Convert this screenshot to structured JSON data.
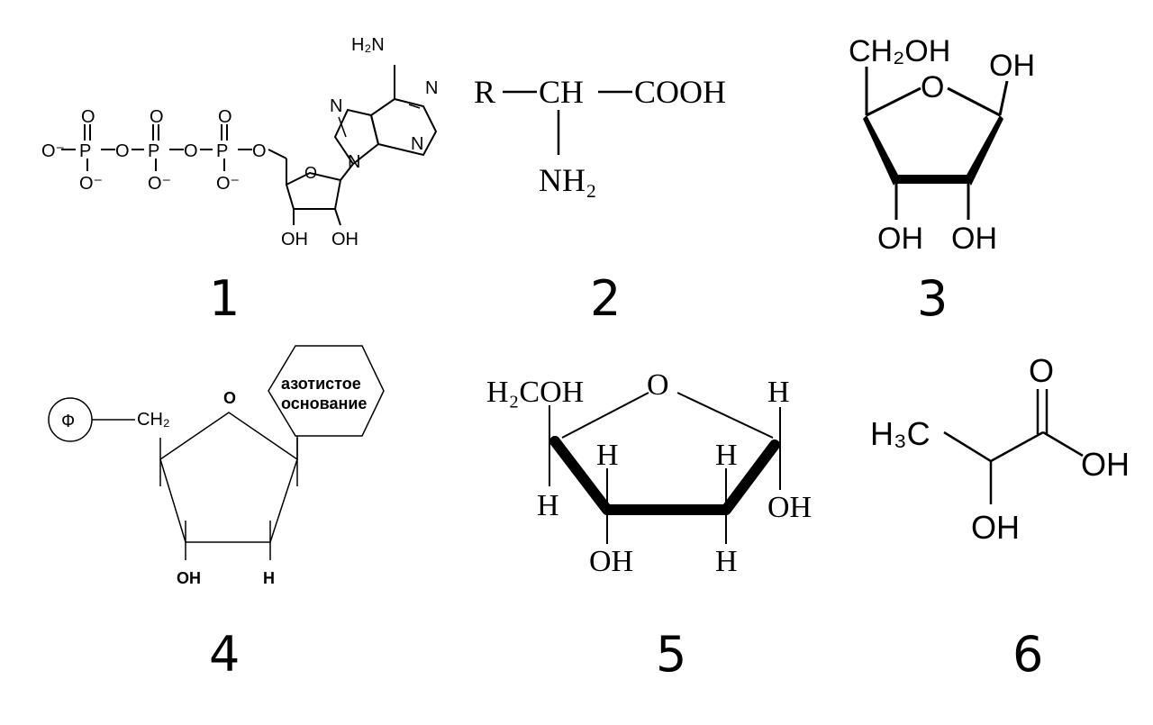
{
  "panels": [
    {
      "number": "1",
      "labels": {
        "o_minus_left": "O⁻",
        "o_minus_bottom_1": "O⁻",
        "o_minus_bottom_2": "O⁻",
        "o_minus_bottom_3": "O⁻",
        "o_top_1": "O",
        "o_top_2": "O",
        "o_top_3": "O",
        "p1": "P",
        "p2": "P",
        "p3": "P",
        "o_bridge_1": "O",
        "o_bridge_2": "O",
        "o_bridge_3": "O",
        "ring_o": "O",
        "oh_left": "OH",
        "oh_right": "OH",
        "amine": "H₂N",
        "n1": "N",
        "n3": "N",
        "n7": "N",
        "n9": "N"
      }
    },
    {
      "number": "2",
      "labels": {
        "r": "R",
        "ch": "CH",
        "cooh": "COOH",
        "nh2": "NH₂"
      }
    },
    {
      "number": "3",
      "labels": {
        "ch2oh": "CH₂OH",
        "ring_o": "O",
        "oh_top_right": "OH",
        "oh_bottom_left": "OH",
        "oh_bottom_right": "OH"
      }
    },
    {
      "number": "4",
      "labels": {
        "phosphate": "Ф",
        "ch2": "CH₂",
        "ring_o": "O",
        "base_line1": "азотистое",
        "base_line2": "основание",
        "oh": "OH",
        "h": "H"
      }
    },
    {
      "number": "5",
      "labels": {
        "h2coh": "H₂COH",
        "ring_o": "O",
        "h_top_right": "H",
        "h_left": "H",
        "h_inner_left": "H",
        "h_inner_right": "H",
        "oh_right": "OH",
        "oh_bottom": "OH",
        "h_bottom": "H"
      }
    },
    {
      "number": "6",
      "labels": {
        "h3c": "H₃C",
        "o_top": "O",
        "oh_right": "OH",
        "oh_bottom": "OH"
      }
    }
  ]
}
